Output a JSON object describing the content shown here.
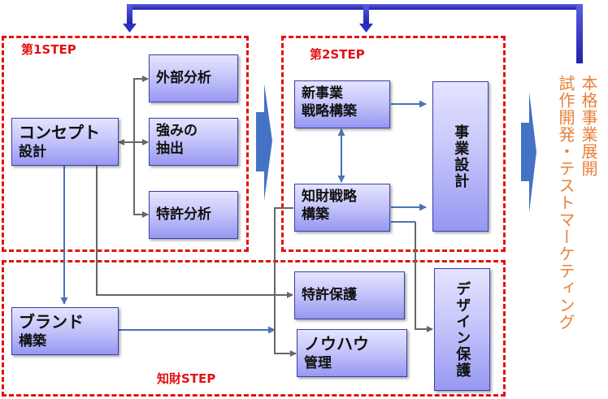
{
  "zones": {
    "step1": {
      "label": "第1STEP"
    },
    "step2": {
      "label": "第2STEP"
    },
    "ip_step": {
      "label": "知財STEP"
    }
  },
  "boxes": {
    "concept": {
      "line1": "コンセプト",
      "line2": "設計"
    },
    "external_analysis": {
      "line1": "外部分析"
    },
    "strength": {
      "line1": "強みの",
      "line2": "抽出"
    },
    "patent_analysis": {
      "line1": "特許分析"
    },
    "new_business": {
      "line1": "新事業",
      "line2": "戦略構築"
    },
    "ip_strategy": {
      "line1": "知財戦略",
      "line2": "構築"
    },
    "business_design": {
      "text": "事業設計"
    },
    "brand": {
      "line1": "ブランド",
      "line2": "構築"
    },
    "patent_protection": {
      "line1": "特許保護"
    },
    "knowhow": {
      "line1": "ノウハウ",
      "line2": "管理"
    },
    "design_protection": {
      "text": "デザイン保護"
    }
  },
  "outcomes": {
    "full_business": "本格事業展開",
    "prototype": "試作開発・テストマーケティング"
  },
  "colors": {
    "zone_border": "#e31212",
    "feedback_arrow": "#2a2fc0",
    "chevron": "#4472c4",
    "connector_blue": "#4a72b8",
    "connector_gray": "#666666",
    "outcome_text": "#e8803a"
  }
}
